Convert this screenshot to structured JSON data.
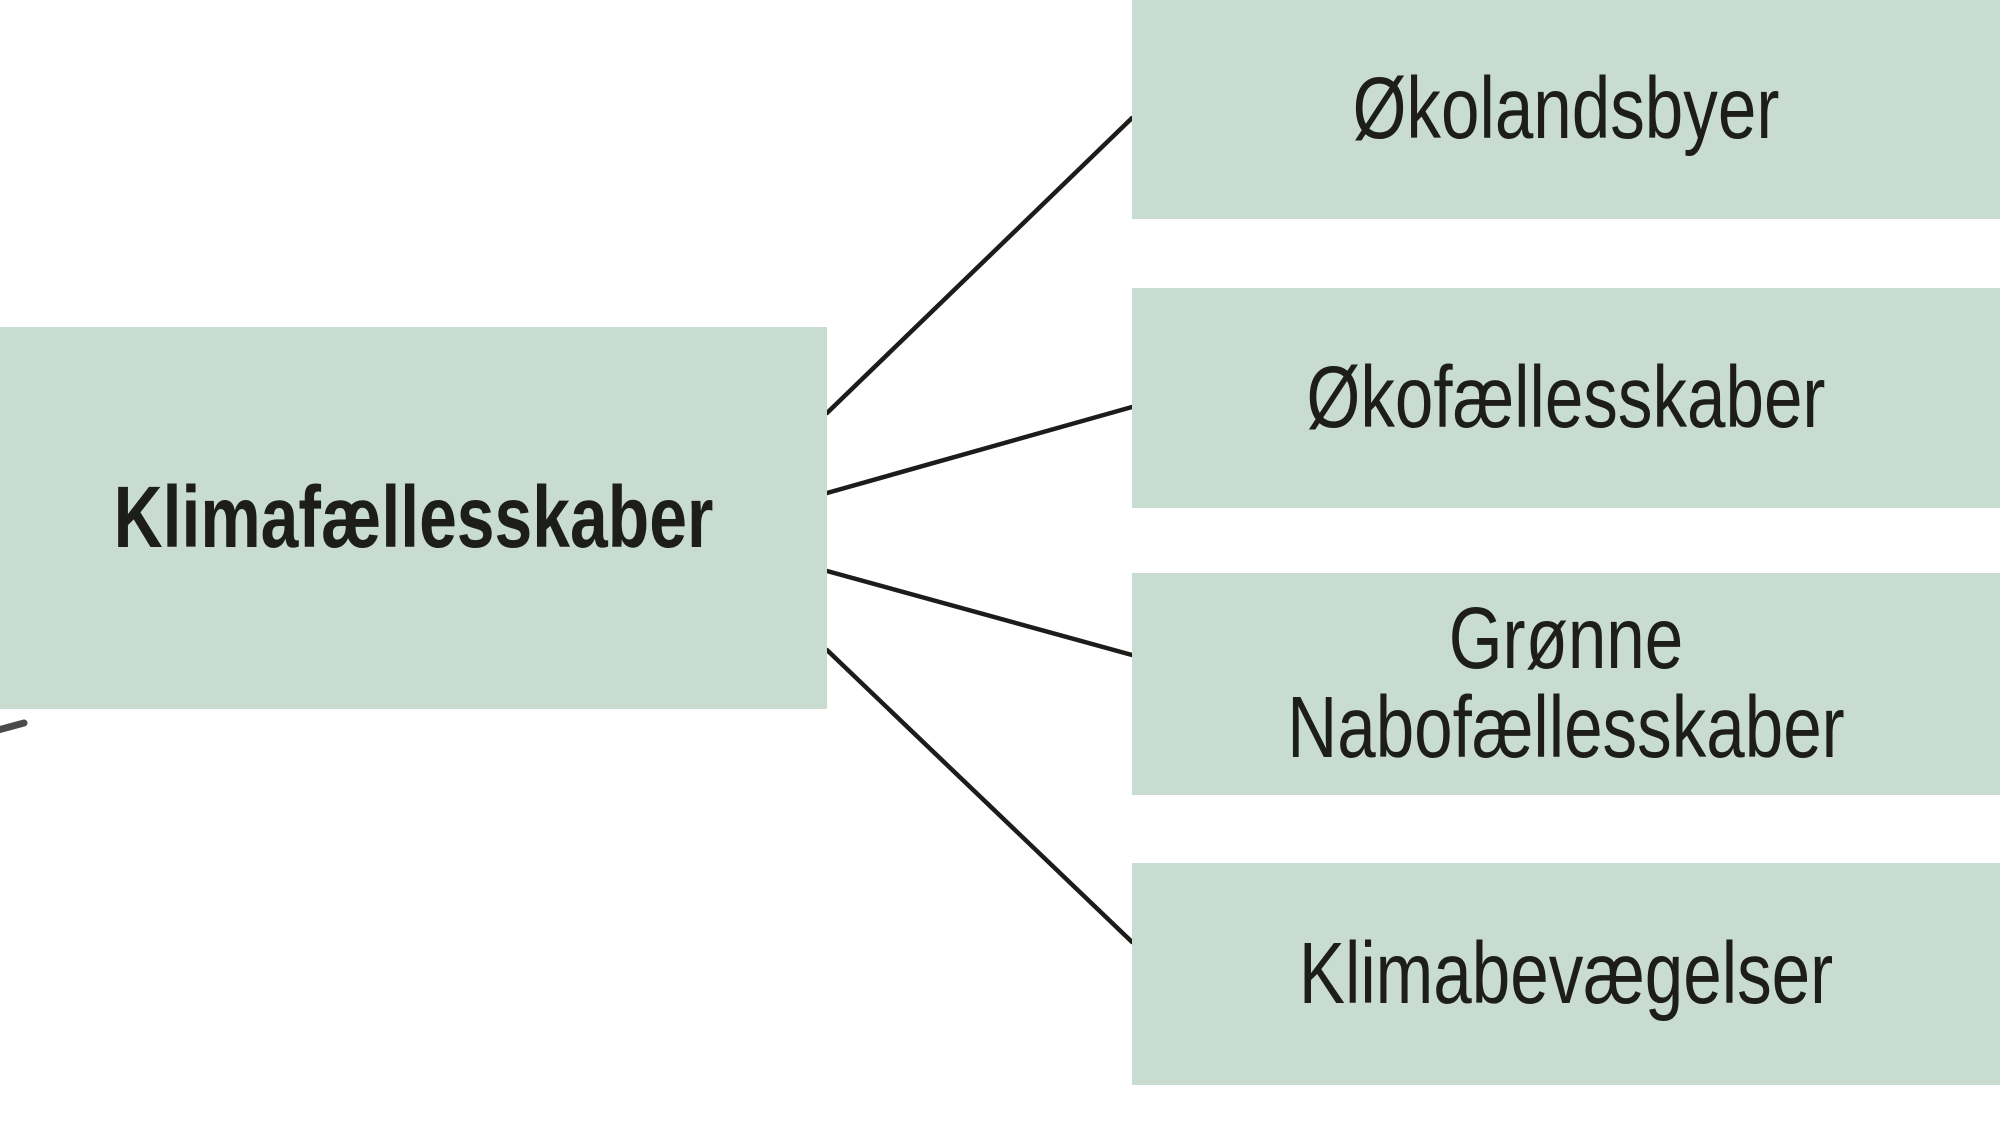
{
  "diagram": {
    "root": {
      "label": "Klimafællesskaber"
    },
    "children": [
      {
        "label": "Økolandsbyer"
      },
      {
        "label": "Økofællesskaber"
      },
      {
        "label": "Grønne Nabofællesskaber"
      },
      {
        "label": "Klimabevægelser"
      }
    ],
    "colors": {
      "box_fill": "#c8dcd1",
      "text": "#1d1d1b",
      "connector": "#1c1c1a",
      "background": "#ffffff"
    }
  }
}
